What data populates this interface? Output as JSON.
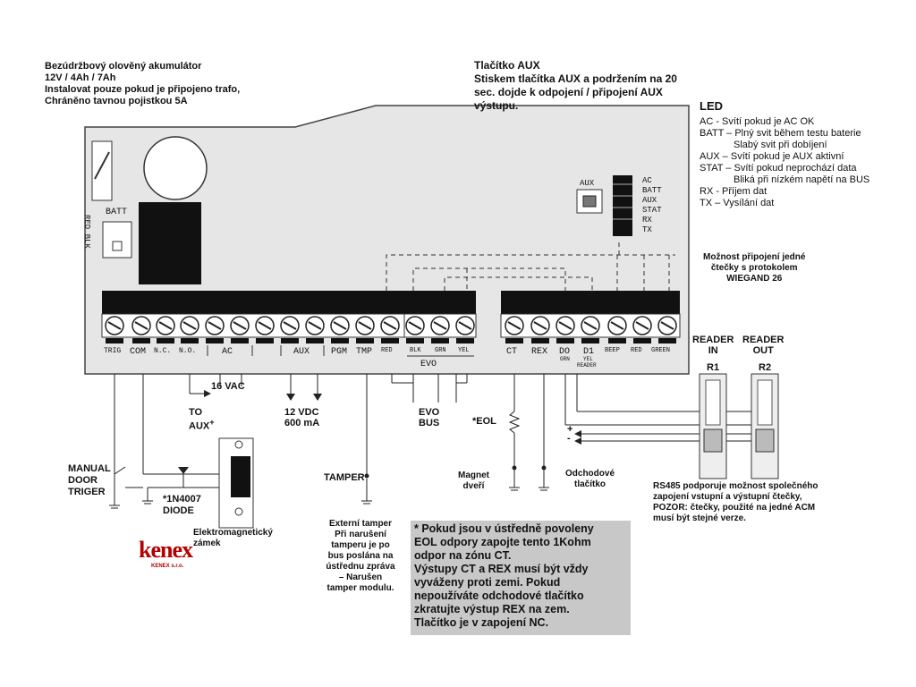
{
  "battery_note": {
    "lines": [
      "Bezúdržbový olověný akumulátor",
      "12V / 4Ah / 7Ah",
      "Instalovat pouze pokud je připojeno trafo,",
      "Chráněno tavnou pojistkou 5A"
    ]
  },
  "aux_button_note": {
    "title": "Tlačítko AUX",
    "lines": [
      "Stiskem tlačítka AUX a podržením na 20",
      "sec. dojde k odpojení / připojení AUX",
      "výstupu."
    ]
  },
  "led_legend": {
    "title": "LED",
    "rows": [
      {
        "key": "AC",
        "text": " - Svítí pokud je AC OK"
      },
      {
        "key": "BATT",
        "text": " – Plný svit během testu baterie"
      },
      {
        "key": "",
        "text": "Slabý svit při dobíjení"
      },
      {
        "key": "AUX",
        "text": " – Svítí pokud je AUX aktivní"
      },
      {
        "key": "STAT",
        "text": " – Svítí pokud neprochází data"
      },
      {
        "key": "",
        "text": "Bliká při nízkém napětí na BUS"
      },
      {
        "key": "RX",
        "text": " - Příjem dat"
      },
      {
        "key": "TX",
        "text": " – Vysílání dat"
      }
    ]
  },
  "board": {
    "batt_label": "BATT",
    "batt_wires": "RED BLK",
    "aux_button_label": "AUX",
    "led_labels": [
      "AC",
      "BATT",
      "AUX",
      "STAT",
      "RX",
      "TX"
    ],
    "terminals_left": [
      "TRIG",
      "COM",
      "N.C.",
      "N.O.",
      "AC",
      "AUX",
      "PGM",
      "TMP",
      "RED",
      "BLK",
      "GRN",
      "YEL"
    ],
    "evo_label": "EVO",
    "terminals_right": [
      "CT",
      "REX",
      "DO",
      "D1",
      "BEEP",
      "RED",
      "GREEN"
    ],
    "d0_sub": "GRN",
    "d1_sub": "YEL",
    "reader_sub": "READER"
  },
  "wiegand_note": [
    "Možnost připojení jedné",
    "čtečky s protokolem",
    "WIEGAND 26"
  ],
  "labels": {
    "vac": "16 VAC",
    "to_aux": "TO",
    "to_aux2": "AUX",
    "vdc": "12 VDC",
    "ma": "600 mA",
    "evo_bus1": "EVO",
    "evo_bus2": "BUS",
    "eol": "EOL",
    "manual1": "MANUAL",
    "manual2": "DOOR",
    "manual3": "TRIGER",
    "diode1": "1N4007",
    "diode2": "DIODE",
    "maglock": "Elektromagnetický zámek",
    "tamper": "TAMPER",
    "magnet1": "Magnet",
    "magnet2": "dveří",
    "exit1": "Odchodové",
    "exit2": "tlačítko",
    "reader_in1": "READER",
    "reader_in2": "IN",
    "reader_out1": "READER",
    "reader_out2": "OUT",
    "r1": "R1",
    "r2": "R2",
    "plus": "+",
    "minus": "-"
  },
  "tamper_note": [
    "Externí tamper",
    "Při narušení",
    "tamperu je po",
    "bus poslána na",
    "ústřednu zpráva",
    "– Narušen",
    "tamper modulu."
  ],
  "rs485_note": [
    "RS485 podporuje možnost společného",
    "zapojení vstupní a výstupní čtečky,",
    "POZOR: čtečky, použité na jedné ACM",
    "musí být stejné verze."
  ],
  "bottom_note": {
    "lines": [
      "* Pokud jsou v ústředně povoleny",
      "EOL odpory zapojte tento 1Kohm",
      "odpor na zónu CT.",
      "Výstupy CT a REX musí být vždy",
      "vyváženy proti zemi. Pokud",
      "nepoužíváte odchodové tlačítko",
      "zkratujte výstup REX na zem.",
      "Tlačítko je v zapojení NC."
    ]
  },
  "logo": {
    "text": "kenex",
    "sub": "KENEX s.r.o."
  }
}
